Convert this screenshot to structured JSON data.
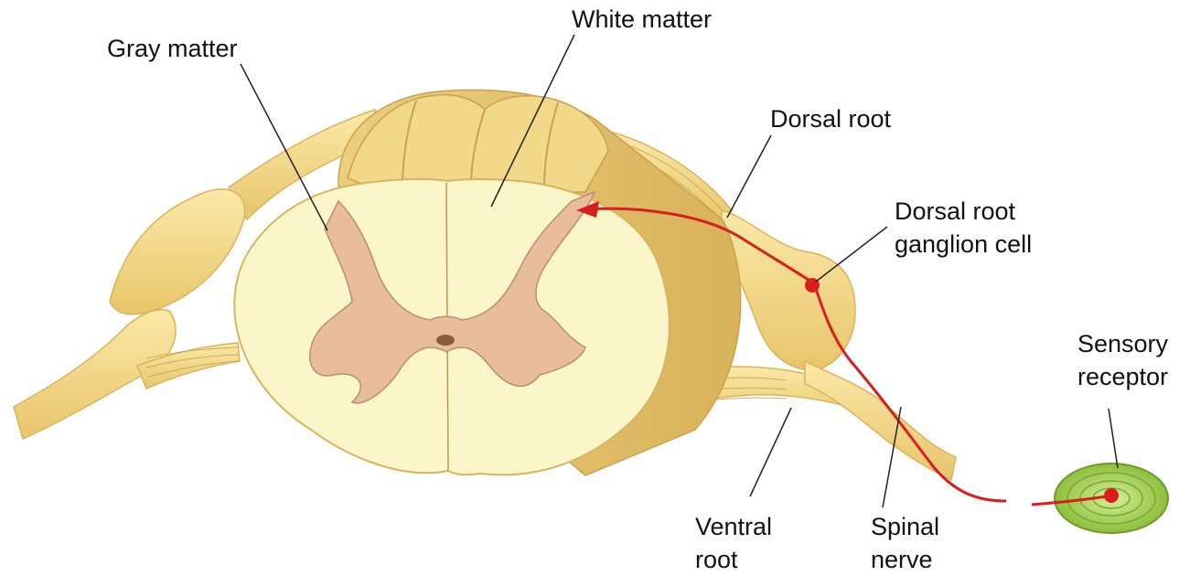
{
  "labels": {
    "gray_matter": "Gray matter",
    "white_matter": "White matter",
    "dorsal_root": "Dorsal root",
    "dorsal_root_ganglion_cell": [
      "Dorsal root",
      "ganglion cell"
    ],
    "sensory_receptor": [
      "Sensory",
      "receptor"
    ],
    "ventral_root": [
      "Ventral",
      "root"
    ],
    "spinal_nerve": [
      "Spinal",
      "nerve"
    ]
  },
  "colors": {
    "nerve_fill": "#f6df8f",
    "nerve_stroke": "#d9b45c",
    "white_matter": "#fbf6c9",
    "gray_matter": "#e9bd9b",
    "gray_matter_stroke": "#b88f6f",
    "neuron_pathway": "#d81e1e",
    "receptor": "#9cc94a",
    "leader_line": "#222222",
    "label_text": "#111111"
  }
}
